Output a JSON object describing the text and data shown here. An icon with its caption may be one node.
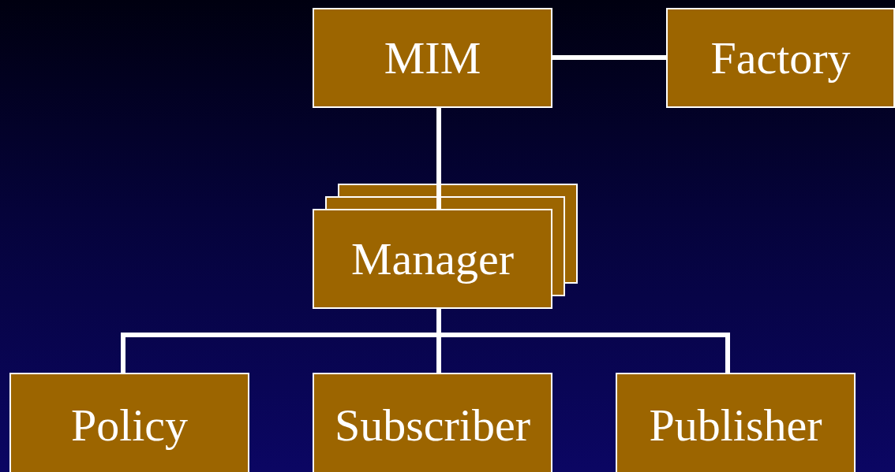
{
  "diagram": {
    "nodes": [
      {
        "text": [
          "MIM"
        ]
      },
      {
        "text": [
          "Factory"
        ]
      },
      {
        "text": [
          "Manager"
        ]
      },
      {
        "text": [
          "Policy"
        ]
      },
      {
        "text": [
          "Subscriber"
        ]
      },
      {
        "text": [
          "Publisher"
        ]
      }
    ],
    "edges": [
      {
        "from": 0,
        "to": 1,
        "arrow": "none"
      },
      {
        "from": 0,
        "to": 2,
        "arrow": "none"
      },
      {
        "from": 2,
        "to": 3,
        "arrow": "none"
      },
      {
        "from": 2,
        "to": 4,
        "arrow": "none"
      },
      {
        "from": 2,
        "to": 5,
        "arrow": "none"
      }
    ]
  }
}
